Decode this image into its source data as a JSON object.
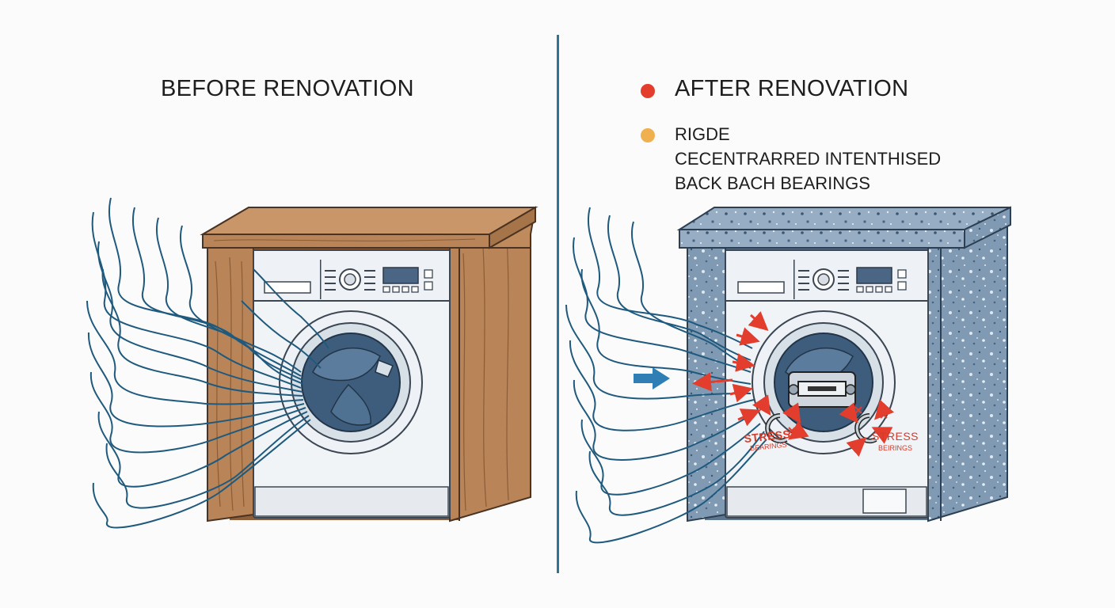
{
  "left_panel": {
    "heading": "BEFORE RENOVATION"
  },
  "right_panel": {
    "heading": "AFTER RENOVATION",
    "legend": [
      "RIGDE",
      "CECENTRARRED INTENTHISED",
      "BACK BACH BEARINGS"
    ],
    "stress_labels": [
      {
        "top": "STRESS",
        "bottom": "BEARINGS"
      },
      {
        "top": "STRESS",
        "bottom": "BEIRINGS"
      }
    ]
  },
  "colors": {
    "accent_red": "#e23d2d",
    "accent_orange": "#f0b04f",
    "divider_blue": "#2f7396",
    "wave_blue": "#1f5a7e",
    "wood": "#b98457",
    "granite": "#7f9ab2"
  },
  "icons": [
    "red-dot-icon",
    "orange-dot-icon",
    "push-arrow-icon"
  ]
}
